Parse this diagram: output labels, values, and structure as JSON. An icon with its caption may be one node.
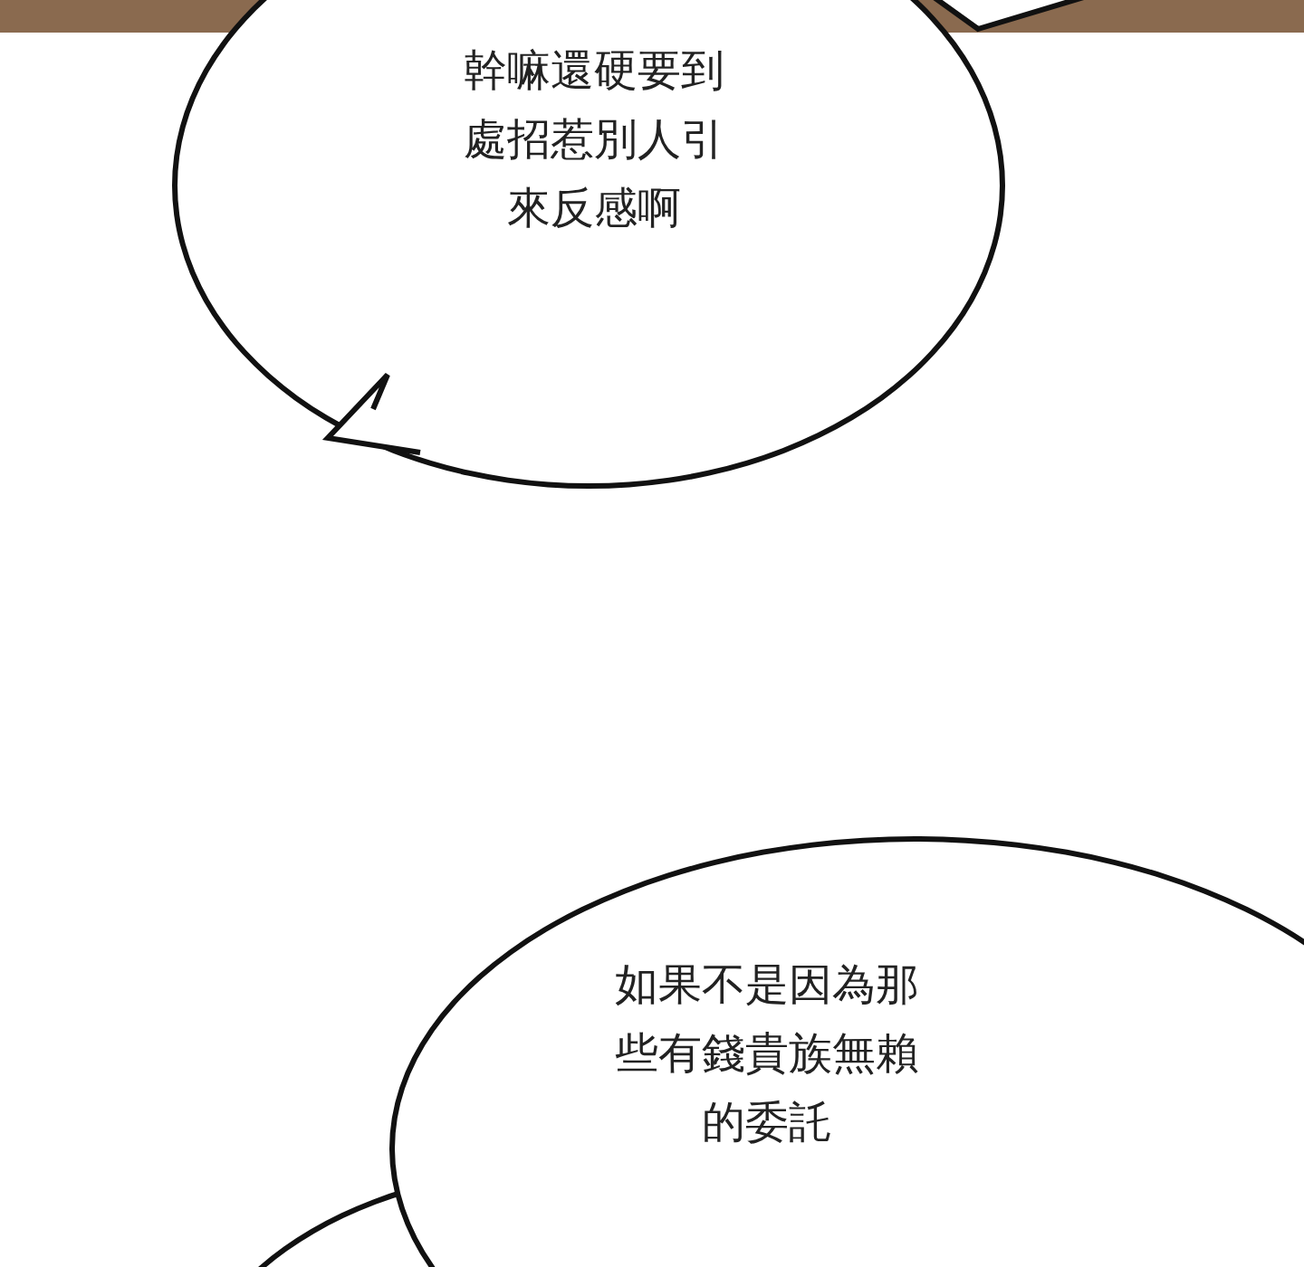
{
  "diagram": {
    "nodes": [
      {
        "text": [
          "幹嘛還硬要到處招惹別人引來反感啊"
        ]
      },
      {
        "text": [],
        "shape": "circle"
      },
      {
        "text": [
          "如果不是因為那些有錢貴族無賴的委託"
        ]
      }
    ]
  }
}
